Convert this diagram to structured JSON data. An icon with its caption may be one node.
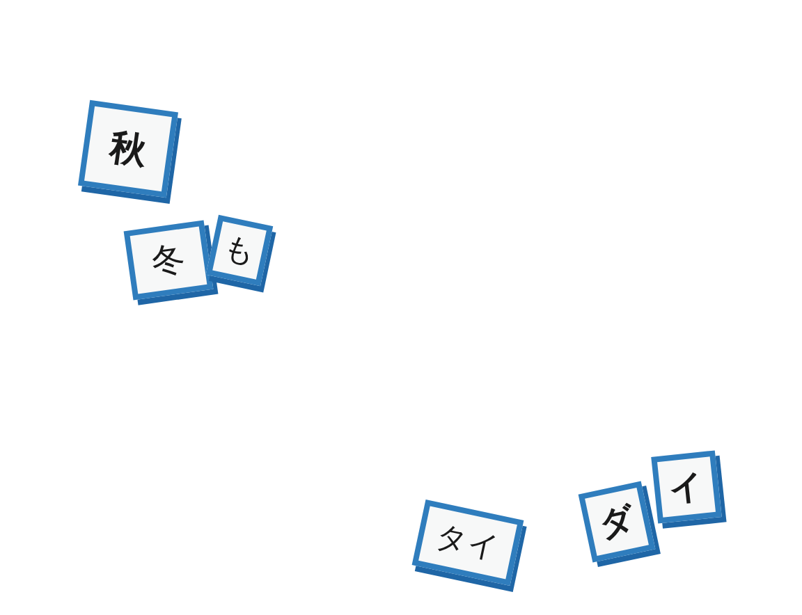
{
  "diagram": {
    "nodes": [
      {
        "text": [
          "秋"
        ]
      },
      {
        "text": [
          "冬"
        ]
      },
      {
        "text": [
          "も"
        ]
      },
      {
        "text": [
          "タイ"
        ]
      },
      {
        "text": [
          "ダ"
        ]
      },
      {
        "text": [
          "イ"
        ]
      }
    ]
  }
}
